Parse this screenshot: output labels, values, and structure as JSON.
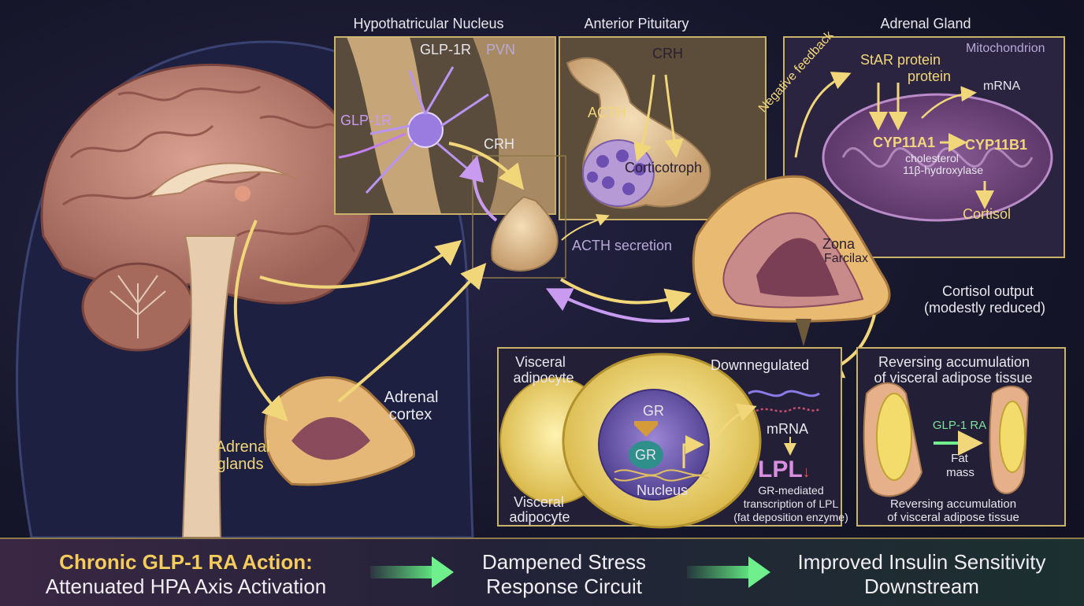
{
  "hypothalamus": {
    "title": "Hypothatricular Nucleus",
    "glp1r_top": "GLP-1R",
    "pvn": "PVN",
    "glp1r_left": "GLP-1R",
    "crh": "CRH"
  },
  "pituitary": {
    "title": "Anterior Pituitary",
    "crh": "CRH",
    "acth": "ACTH",
    "corticotroph": "Corticotroph",
    "acth_secretion": "ACTH secretion"
  },
  "adrenal": {
    "title": "Adrenal Gland",
    "mitochondrion": "Mitochondrion",
    "star_line1": "StAR protein",
    "star_line2": "protein",
    "mrna": "mRNA",
    "cyp11a1": "CYP11A1",
    "cyp11b1": "CYP11B1",
    "cholesterol": "cholesterol",
    "hydroxylase": "11β-hydroxylase",
    "cortisol": "Cortisol",
    "negative_feedback": "Negative feedback",
    "zona_line1": "Zona",
    "zona_line2": "Farcilax",
    "output_line1": "Cortisol output",
    "output_line2": "(modestly reduced)"
  },
  "brain": {
    "adrenal_cortex_line1": "Adrenal",
    "adrenal_cortex_line2": "cortex",
    "adrenal_glands_line1": "Adrenal",
    "adrenal_glands_line2": "glands"
  },
  "adipocyte": {
    "visceral_top_line1": "Visceral",
    "visceral_top_line2": "adipocyte",
    "downregulated": "Downnegulated",
    "gr_top": "GR",
    "gr_bottom": "GR",
    "nucleus": "Nucleus",
    "mrna": "mRNA",
    "lpl": "LPL",
    "visceral_bottom_line1": "Visceral",
    "visceral_bottom_line2": "adipocyte",
    "transcription_line1": "GR-mediated",
    "transcription_line2": "transcription of LPL",
    "transcription_line3": "(fat deposition enzyme)"
  },
  "fat": {
    "title_line1": "Reversing accumulation",
    "title_line2": "of visceral adipose tissue",
    "glp1ra": "GLP-1 RA",
    "fat_line1": "Fat",
    "fat_line2": "mass",
    "bottom_line1": "Reversing accumulation",
    "bottom_line2": "of visceral adipose tissue"
  },
  "summary": {
    "step1_line1": "Chronic GLP-1 RA Action:",
    "step1_line2": "Attenuated HPA Axis Activation",
    "step2_line1": "Dampened Stress",
    "step2_line2": "Response Circuit",
    "step3_line1": "Improved Insulin Sensitivity",
    "step3_line2": "Downstream"
  },
  "colors": {
    "accent": "#f1d67a",
    "purple": "#b58be8",
    "green": "#6ff08c",
    "panel_border": "#c9b26a"
  }
}
